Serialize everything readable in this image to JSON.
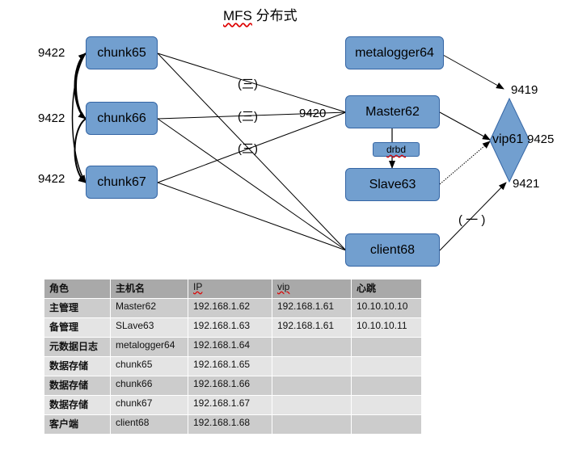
{
  "title": {
    "prefix": "MFS",
    "suffix": " 分布式"
  },
  "nodes": {
    "chunk65": "chunk65",
    "chunk66": "chunk66",
    "chunk67": "chunk67",
    "metalogger": "metalogger64",
    "master": "Master62",
    "drbd": "drbd",
    "slave": "Slave63",
    "client": "client68",
    "vip": "vip61"
  },
  "port_labels": {
    "chunk65_port": "9422",
    "chunk66_port": "9422",
    "chunk67_port": "9422",
    "master_port": "9420",
    "vip_top": "9419",
    "vip_right": "9425",
    "vip_bottom": "9421"
  },
  "step_labels": {
    "step3_a": "(三)",
    "step3_b": "(三)",
    "step3_c": "(三)",
    "step1": "( 一 )"
  },
  "table": {
    "headers": [
      "角色",
      "主机名",
      "IP",
      "vip",
      "心跳"
    ],
    "rows": [
      [
        "主管理",
        "Master62",
        "192.168.1.62",
        "192.168.1.61",
        "10.10.10.10"
      ],
      [
        "备管理",
        "SLave63",
        "192.168.1.63",
        "192.168.1.61",
        "10.10.10.11"
      ],
      [
        "元数据日志",
        "metalogger64",
        "192.168.1.64",
        "",
        ""
      ],
      [
        "数据存储",
        "chunk65",
        "192.168.1.65",
        "",
        ""
      ],
      [
        "数据存储",
        "chunk66",
        "192.168.1.66",
        "",
        ""
      ],
      [
        "数据存储",
        "chunk67",
        "192.168.1.67",
        "",
        ""
      ],
      [
        "客户端",
        "client68",
        "192.168.1.68",
        "",
        ""
      ]
    ]
  },
  "colors": {
    "node_fill": "#729fcf",
    "node_border": "#3465a4",
    "header_bg": "#a9a9a9",
    "row_dark": "#cccccc",
    "row_light": "#e4e4e4"
  }
}
